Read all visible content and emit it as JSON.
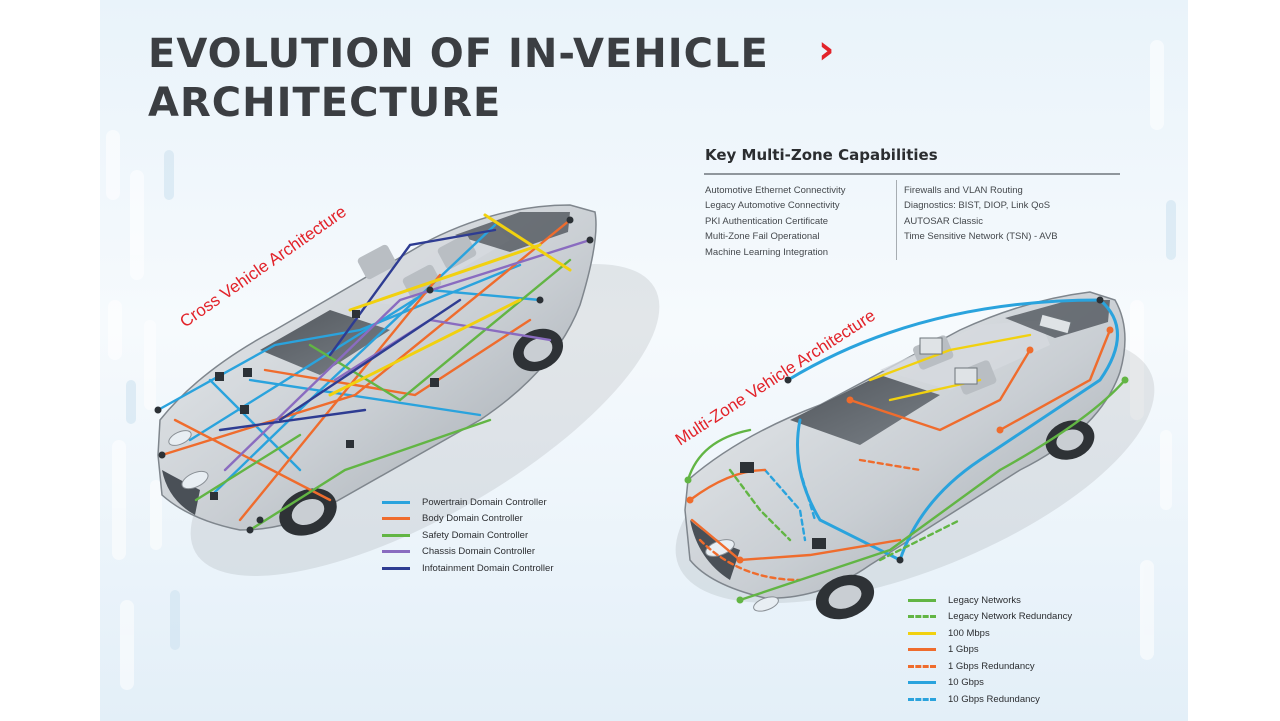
{
  "title": {
    "line1": "EVOLUTION OF IN-VEHICLE",
    "line2": "ARCHITECTURE",
    "chevron": "›"
  },
  "capabilities": {
    "heading": "Key Multi-Zone Capabilities",
    "left": [
      "Automotive Ethernet Connectivity",
      "Legacy Automotive Connectivity",
      "PKI Authentication Certificate",
      "Multi-Zone Fail Operational",
      "Machine Learning Integration"
    ],
    "right": [
      "Firewalls and VLAN Routing",
      "Diagnostics: BIST, DIOP, Link QoS",
      "AUTOSAR Classic",
      "Time Sensitive Network (TSN) - AVB"
    ]
  },
  "cross_vehicle": {
    "label": "Cross Vehicle Architecture",
    "legend": [
      {
        "label": "Powertrain Domain Controller",
        "color": "#2aa3dd",
        "dashed": false
      },
      {
        "label": "Body Domain Controller",
        "color": "#ef6c2d",
        "dashed": false
      },
      {
        "label": "Safety Domain Controller",
        "color": "#62b544",
        "dashed": false
      },
      {
        "label": "Chassis Domain Controller",
        "color": "#8a6cc0",
        "dashed": false
      },
      {
        "label": "Infotainment Domain Controller",
        "color": "#2e3c92",
        "dashed": false
      }
    ]
  },
  "multi_zone": {
    "label": "Multi-Zone Vehicle Architecture",
    "legend": [
      {
        "label": "Legacy Networks",
        "color": "#62b544",
        "dashed": false
      },
      {
        "label": "Legacy Network Redundancy",
        "color": "#62b544",
        "dashed": true
      },
      {
        "label": "100 Mbps",
        "color": "#f1d10f",
        "dashed": false
      },
      {
        "label": "1 Gbps",
        "color": "#ef6c2d",
        "dashed": false
      },
      {
        "label": "1 Gbps Redundancy",
        "color": "#ef6c2d",
        "dashed": true
      },
      {
        "label": "10 Gbps",
        "color": "#2aa3dd",
        "dashed": false
      },
      {
        "label": "10 Gbps Redundancy",
        "color": "#2aa3dd",
        "dashed": true
      }
    ]
  },
  "colors": {
    "accent_red": "#e2232a",
    "title_gray": "#3b3e42"
  }
}
